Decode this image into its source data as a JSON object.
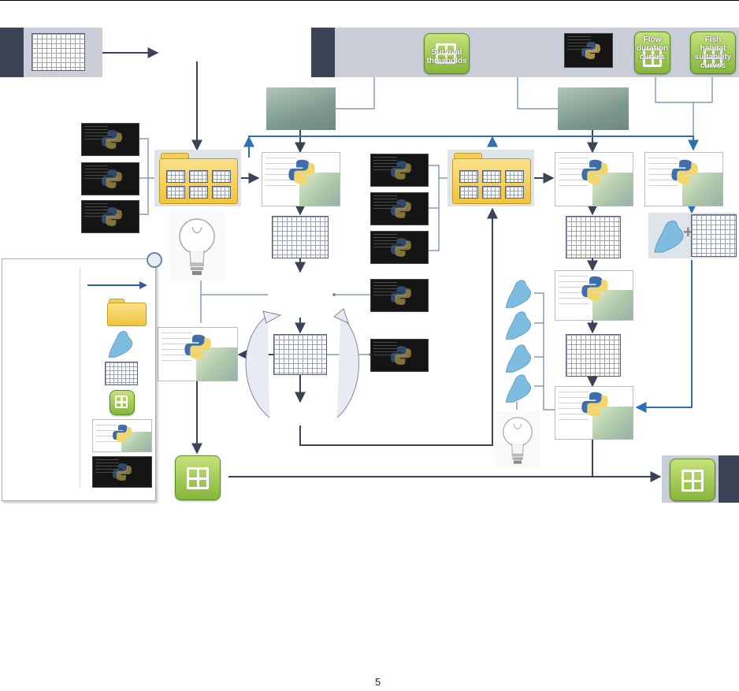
{
  "nodes": {
    "survival_thresholds": "Survival thresholds",
    "flow_duration_curves": "Flow duration curves",
    "fish_habitat_suitability_curves": "Fish habitat suitability curves"
  },
  "page_number": "5",
  "colors": {
    "band": "#c9ced8",
    "side_tab": "#3a4456",
    "arrow_dark": "#3a4456",
    "arrow_blue": "#2e6fb5",
    "connector_gray": "#6d86a8"
  },
  "icons": [
    "python-script-icon",
    "python-terminal-icon",
    "folder-icon",
    "lake-shape-icon",
    "raster-grid-icon",
    "spreadsheet-icon",
    "lightbulb-icon",
    "arrow-icon"
  ]
}
